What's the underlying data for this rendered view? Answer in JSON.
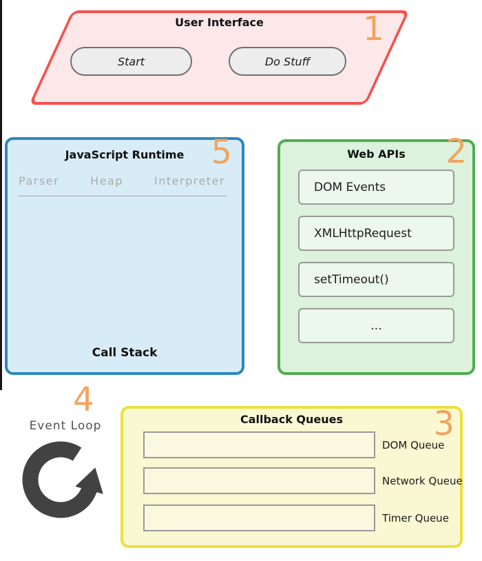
{
  "user_interface": {
    "title": "User Interface",
    "number": "1",
    "buttons": [
      {
        "label": "Start"
      },
      {
        "label": "Do Stuff"
      }
    ]
  },
  "javascript_runtime": {
    "title": "JavaScript Runtime",
    "number": "5",
    "components": [
      "Parser",
      "Heap",
      "Interpreter"
    ],
    "call_stack_label": "Call Stack"
  },
  "web_apis": {
    "title": "Web APIs",
    "number": "2",
    "items": [
      "DOM Events",
      "XMLHttpRequest",
      "setTimeout()",
      "..."
    ]
  },
  "event_loop": {
    "number": "4",
    "label": "Event Loop",
    "icon": "circular-arrow-icon"
  },
  "callback_queues": {
    "title": "Callback Queues",
    "number": "3",
    "queues": [
      {
        "label": "DOM Queue"
      },
      {
        "label": "Network Queue"
      },
      {
        "label": "Timer Queue"
      }
    ]
  },
  "colors": {
    "accent_number": "#f2a45c",
    "ui_border": "#f6514d",
    "ui_fill": "#fce8e8",
    "runtime_border": "#2c87c0",
    "runtime_fill": "#d8ecf7",
    "webapi_border": "#4fad4f",
    "webapi_fill": "#dcf2dc",
    "queues_border": "#ebe13c",
    "queues_fill": "#f9f8d3",
    "muted_component_text": "#ababab",
    "event_loop_dark": "#424242"
  }
}
